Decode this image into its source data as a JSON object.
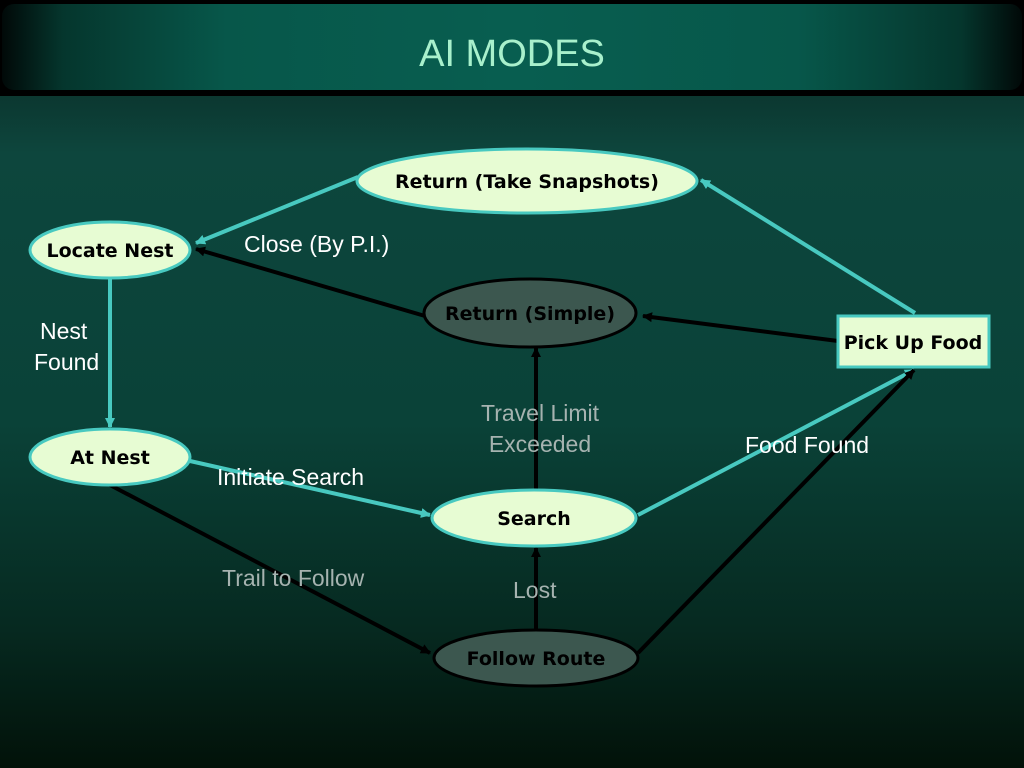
{
  "title": "AI MODES",
  "colors": {
    "node_light_fill": "#e7fcd3",
    "node_dark_fill": "#3c574f",
    "node_border": "#48c9c0",
    "edge_teal": "#48c9c0",
    "edge_black": "#000000",
    "label_white": "#ffffff",
    "label_gray": "#a6b3b0"
  },
  "nodes": {
    "return_snapshots": "Return (Take Snapshots)",
    "locate_nest": "Locate Nest",
    "return_simple": "Return (Simple)",
    "pick_up_food": "Pick Up Food",
    "at_nest": "At Nest",
    "search": "Search",
    "follow_route": "Follow Route"
  },
  "edge_labels": {
    "close_pi": "Close (By P.I.)",
    "nest_found_1": "Nest",
    "nest_found_2": "Found",
    "travel_limit_1": "Travel Limit",
    "travel_limit_2": "Exceeded",
    "food_found": "Food Found",
    "initiate_search": "Initiate Search",
    "trail_to_follow": "Trail to Follow",
    "lost": "Lost"
  }
}
